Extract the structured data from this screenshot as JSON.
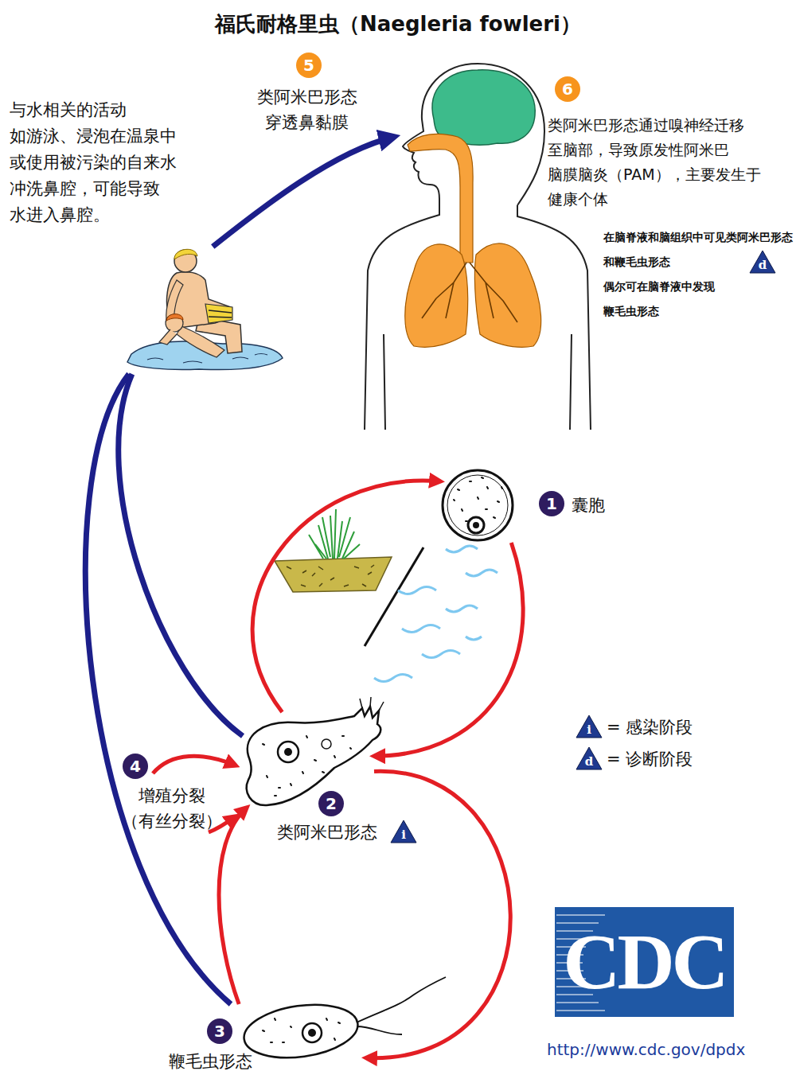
{
  "diagram": {
    "title": "福氏耐格里虫（Naegleria fowleri）",
    "nodes": [
      {
        "text": [
          "与水相关的活动 如游泳、浸泡在温泉中 或使用被污染的自来水 冲洗鼻腔，可能导致 水进入鼻腔。"
        ]
      },
      {
        "text": [
          "类阿米巴形态通过嗅神经迁移 至脑部，导致原发性阿米巴 脑膜脑炎（PAM），主要发生于 健康个体",
          "在脑脊液和脑组织中可见类阿米巴形态 和鞭毛虫形态",
          "偶尔可在脑脊液中发现 鞭毛虫形态"
        ]
      },
      {
        "text": [
          "囊胞"
        ]
      },
      {
        "text": [
          "类阿米巴形态"
        ]
      },
      {
        "text": [
          "鞭毛虫形态"
        ]
      }
    ],
    "edges": [
      {
        "from": 0,
        "to": 1,
        "arrow": "to",
        "label": "类阿米巴形态 穿透鼻黏膜"
      },
      {
        "from": 3,
        "to": 2,
        "arrow": "to"
      },
      {
        "from": 2,
        "to": 3,
        "arrow": "to"
      },
      {
        "from": 3,
        "to": 4,
        "arrow": "to"
      },
      {
        "from": 4,
        "to": 3,
        "arrow": "to"
      },
      {
        "from": 3,
        "to": 0,
        "arrow": "none"
      },
      {
        "from": 4,
        "to": 0,
        "arrow": "none"
      }
    ],
    "labels": [
      "5",
      "6",
      "d",
      "1",
      "2",
      "i",
      "4",
      "增殖分裂 （有丝分裂）",
      "3",
      "i",
      "d",
      "CDC",
      "http://www.cdc.gov/dpdx"
    ],
    "legend": [
      {
        "text": "= 感染阶段"
      },
      {
        "text": "= 诊断阶段"
      }
    ]
  }
}
